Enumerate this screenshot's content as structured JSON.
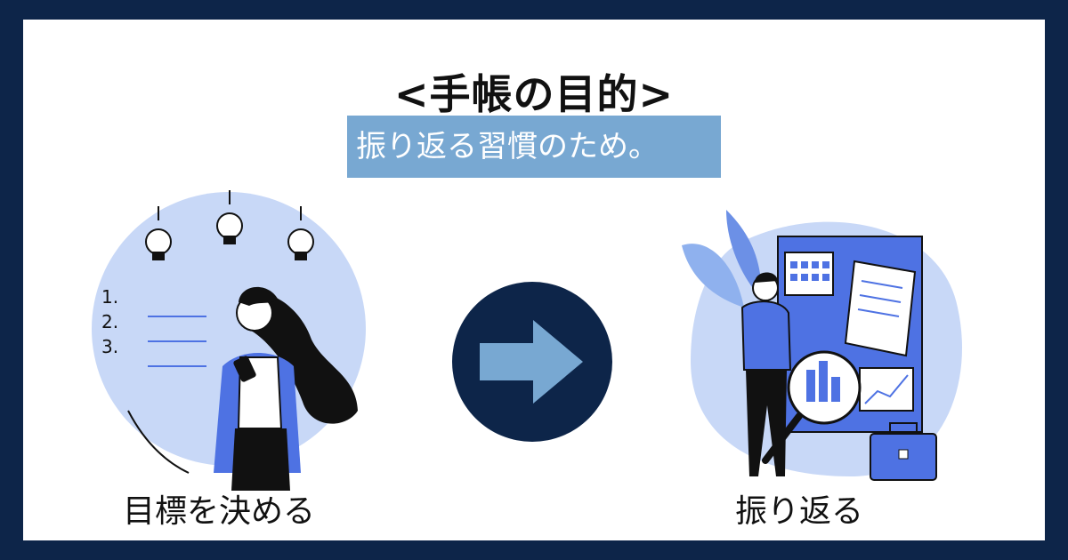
{
  "title": "<手帳の目的>",
  "subtitle": "振り返る習慣のため。",
  "left": {
    "caption": "目標を決める",
    "list_numbers": [
      "1.",
      "2.",
      "3."
    ]
  },
  "right": {
    "caption": "振り返る"
  },
  "colors": {
    "frame": "#0d2549",
    "subtitle_bg": "#78a8d2",
    "arrow_circle": "#0d2549",
    "arrow_fill": "#78a8d2",
    "illustration_light": "#c8d8f7",
    "illustration_blue": "#4e72e3"
  },
  "icons": [
    "lightbulb-icon",
    "arrow-right-icon",
    "magnifier-icon",
    "calendar-icon",
    "briefcase-icon",
    "document-icon",
    "chart-icon"
  ]
}
